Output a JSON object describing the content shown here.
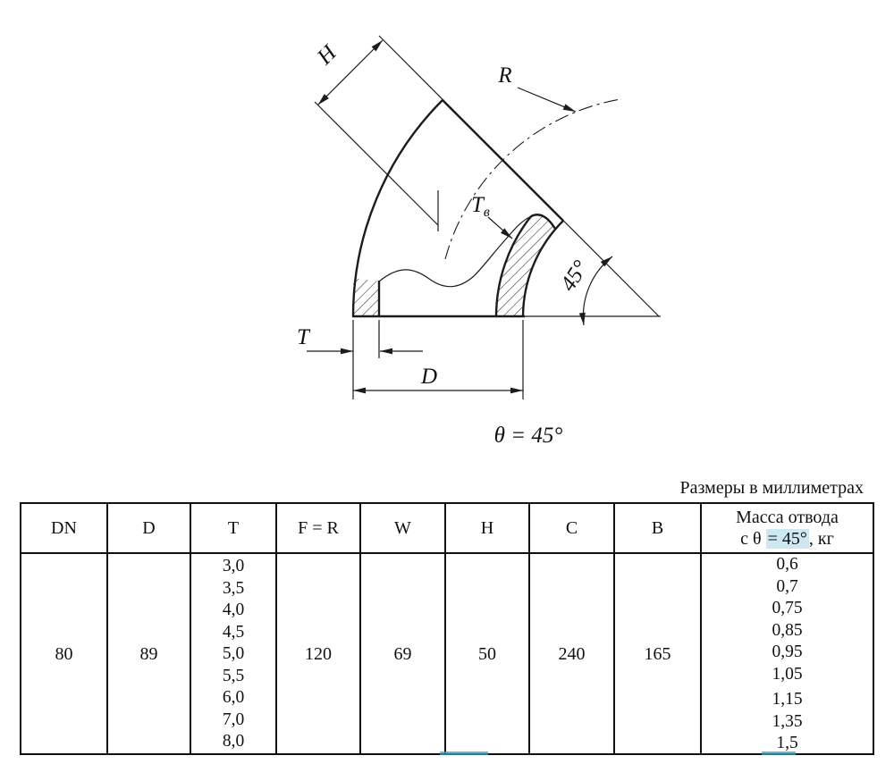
{
  "note": "Размеры в миллиметрах",
  "drawing": {
    "labels": {
      "h": "H",
      "r": "R",
      "t_wall_main": "T",
      "t_wall_sub": "в",
      "angle_45": "45°",
      "t": "T",
      "d": "D",
      "theta": "θ = 45°"
    }
  },
  "table": {
    "headers": [
      "DN",
      "D",
      "T",
      "F = R",
      "W",
      "H",
      "C",
      "B"
    ],
    "mass_header": {
      "line1": "Масса отвода",
      "line2_prefix": "с θ ",
      "line2_highlight": "= 45°",
      "line2_suffix": ", кг"
    },
    "row": {
      "dn": "80",
      "d": "89",
      "t_values": [
        "3,0",
        "3,5",
        "4,0",
        "4,5",
        "5,0",
        "5,5",
        "6,0",
        "7,0",
        "8,0"
      ],
      "f_r": "120",
      "w": "69",
      "h": "50",
      "c": "240",
      "b": "165",
      "mass_values": [
        "0,6",
        "0,7",
        "0,75",
        "0,85",
        "0,95",
        "1,05",
        "1,15",
        "1,35",
        "1,5"
      ]
    }
  }
}
